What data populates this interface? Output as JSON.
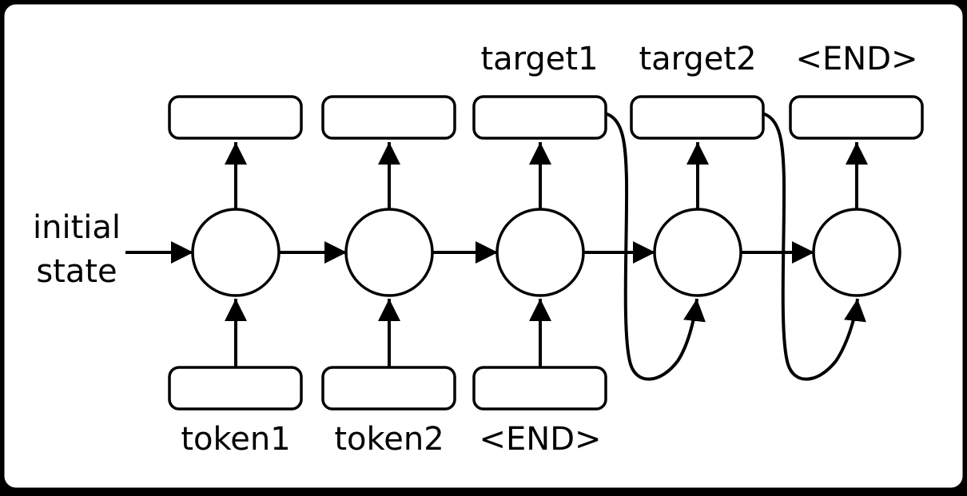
{
  "diagram": {
    "kind": "seq2seq-rnn-unrolled",
    "left_label": {
      "line1": "initial",
      "line2": "state"
    },
    "top_labels": [
      "target1",
      "target2",
      "<END>"
    ],
    "bottom_labels": [
      "token1",
      "token2",
      "<END>"
    ],
    "cell_count": 5,
    "output_box_count": 5,
    "input_box_count": 3,
    "feedback_curve_count": 2,
    "colors": {
      "stroke": "#000000",
      "node_fill": "#ffffff",
      "frame_fill": "#ffffff",
      "outside_background": "#000000"
    }
  }
}
